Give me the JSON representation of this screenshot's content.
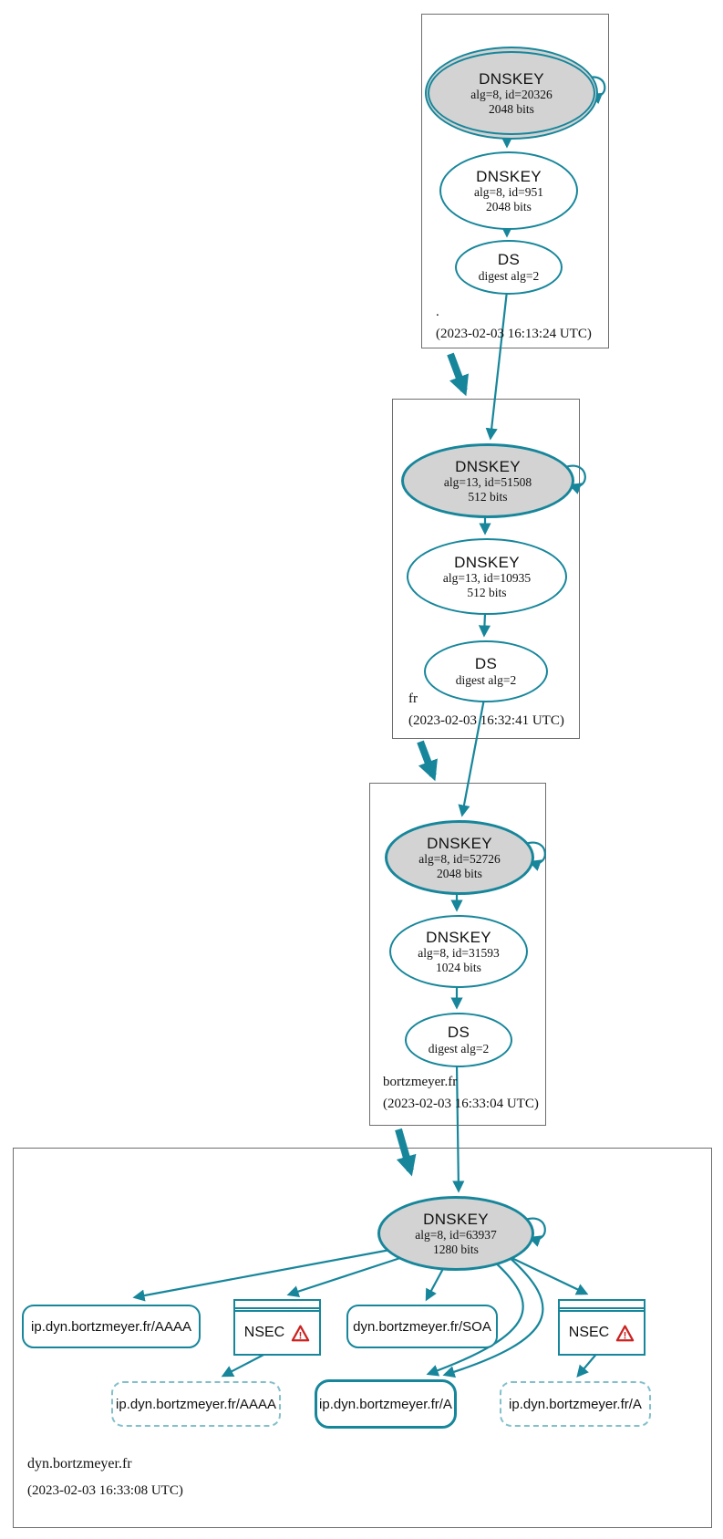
{
  "colors": {
    "teal": "#17869b",
    "light_teal": "#82c0cb",
    "node_fill_gray": "#d3d3d3",
    "warning_red": "#cc2222",
    "box_border_gray": "#6e6e6e"
  },
  "zones": [
    {
      "name": ".",
      "timestamp": "(2023-02-03 16:13:24 UTC)",
      "ksk": {
        "title": "DNSKEY",
        "detail": "alg=8, id=20326",
        "bits": "2048 bits"
      },
      "zsk": {
        "title": "DNSKEY",
        "detail": "alg=8, id=951",
        "bits": "2048 bits"
      },
      "ds": {
        "title": "DS",
        "detail": "digest alg=2"
      }
    },
    {
      "name": "fr",
      "timestamp": "(2023-02-03 16:32:41 UTC)",
      "ksk": {
        "title": "DNSKEY",
        "detail": "alg=13, id=51508",
        "bits": "512 bits"
      },
      "zsk": {
        "title": "DNSKEY",
        "detail": "alg=13, id=10935",
        "bits": "512 bits"
      },
      "ds": {
        "title": "DS",
        "detail": "digest alg=2"
      }
    },
    {
      "name": "bortzmeyer.fr",
      "timestamp": "(2023-02-03 16:33:04 UTC)",
      "ksk": {
        "title": "DNSKEY",
        "detail": "alg=8, id=52726",
        "bits": "2048 bits"
      },
      "zsk": {
        "title": "DNSKEY",
        "detail": "alg=8, id=31593",
        "bits": "1024 bits"
      },
      "ds": {
        "title": "DS",
        "detail": "digest alg=2"
      }
    },
    {
      "name": "dyn.bortzmeyer.fr",
      "timestamp": "(2023-02-03 16:33:08 UTC)",
      "dnskey": {
        "title": "DNSKEY",
        "detail": "alg=8, id=63937",
        "bits": "1280 bits"
      },
      "rrset_aaaa": "ip.dyn.bortzmeyer.fr/AAAA",
      "rrset_soa": "dyn.bortzmeyer.fr/SOA",
      "nsec_label": "NSEC",
      "warning_mark": "!",
      "missing_aaaa": "ip.dyn.bortzmeyer.fr/AAAA",
      "rrset_a": "ip.dyn.bortzmeyer.fr/A",
      "missing_a": "ip.dyn.bortzmeyer.fr/A"
    }
  ]
}
